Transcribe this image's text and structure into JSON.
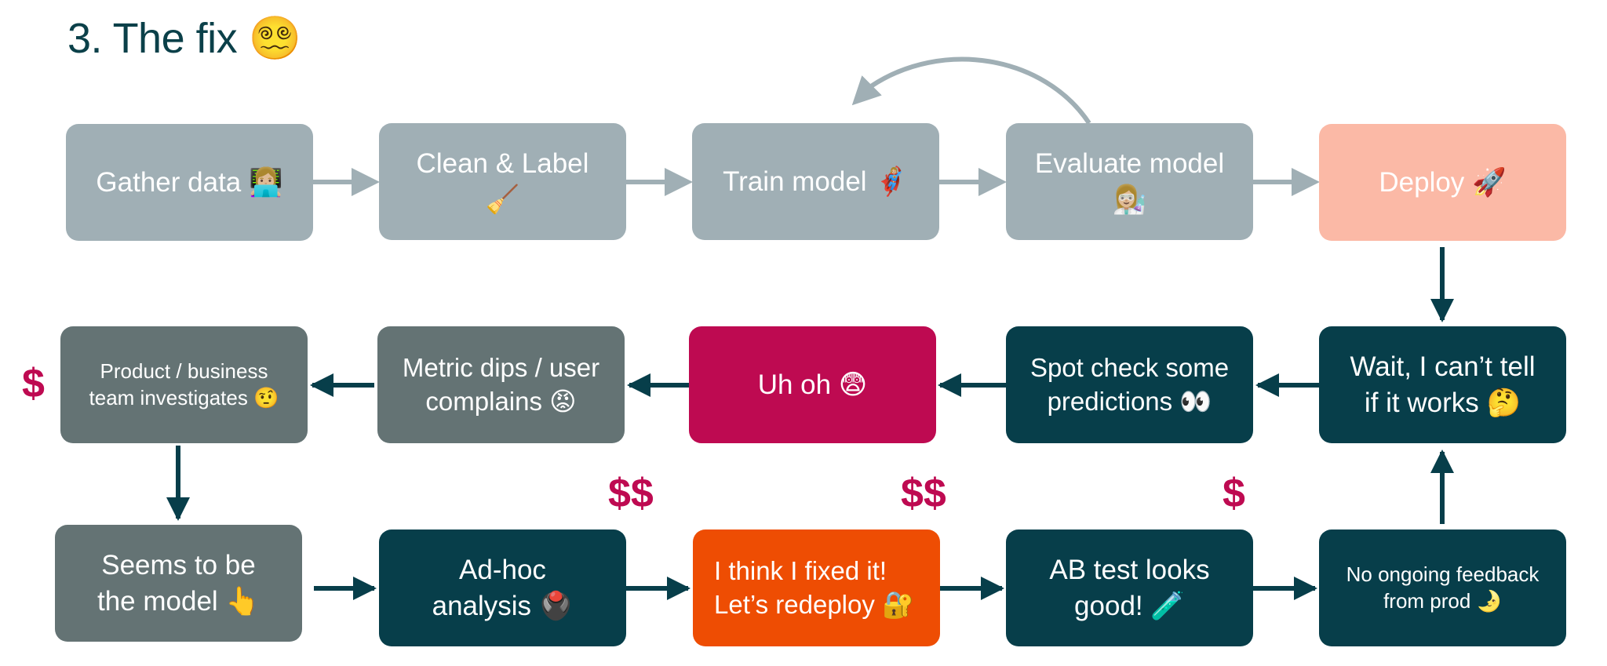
{
  "title": "3. The fix 😵‍💫",
  "colors": {
    "faded_box": "#A0AFB5",
    "faded_arrow": "#A0AFB5",
    "deploy_box": "#FBB9A6",
    "dark_teal": "#073E4A",
    "slate_gray": "#647374",
    "alert_magenta": "#BE0A51",
    "fix_orange": "#EE4D03",
    "cost_color": "#BE0A51"
  },
  "nodes": {
    "gather": {
      "label": "Gather data 👩🏼‍💻"
    },
    "clean": {
      "label": "Clean & Label\n🧹"
    },
    "train": {
      "label": "Train model 🦸🏼‍♀️"
    },
    "evaluate": {
      "label": "Evaluate model\n👩🏼‍🔬"
    },
    "deploy": {
      "label": "Deploy 🚀"
    },
    "cant_tell": {
      "label": "Wait, I can’t tell\nif it works 🤔"
    },
    "spot_check": {
      "label": "Spot check some\npredictions 👀"
    },
    "uh_oh": {
      "label": "Uh oh 😨"
    },
    "metric_dips": {
      "label": "Metric dips / user\ncomplains 😡"
    },
    "investigates": {
      "label": "Product / business\nteam investigates 🤨"
    },
    "seems_model": {
      "label": "Seems to be\nthe model 👆"
    },
    "adhoc": {
      "label": "Ad-hoc\nanalysis 🖲️"
    },
    "fixed": {
      "label": "I think I fixed it!\nLet’s redeploy 🔐"
    },
    "ab_test": {
      "label": "AB test looks\ngood! 🧪"
    },
    "no_feedback": {
      "label": "No ongoing feedback\nfrom prod 🌛"
    }
  },
  "costs": {
    "investigates": "$",
    "adhoc": "$$",
    "fixed": "$$",
    "ab_test": "$"
  }
}
